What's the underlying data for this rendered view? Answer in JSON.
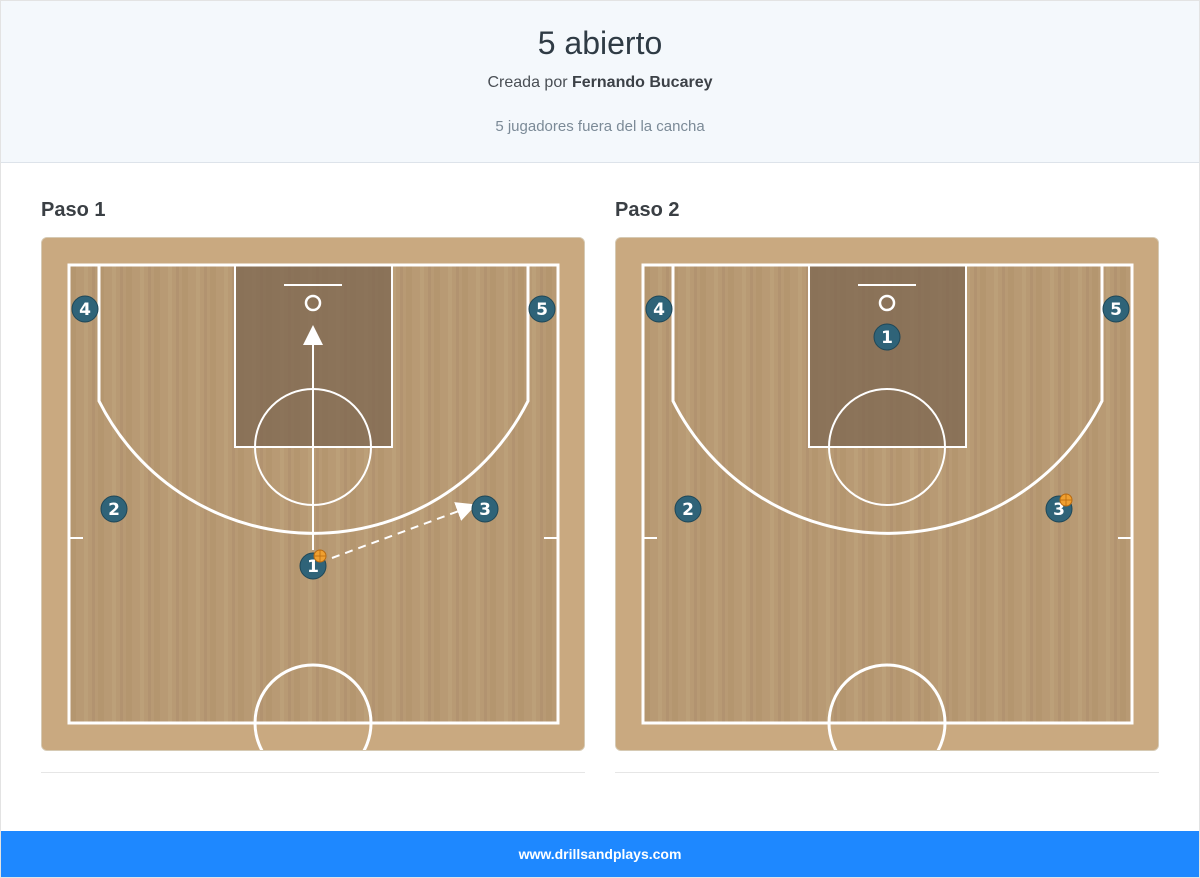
{
  "header": {
    "title": "5 abierto",
    "author_prefix": "Creada por",
    "author_name": "Fernando Bucarey",
    "description": "5 jugadores fuera del la cancha"
  },
  "steps": [
    {
      "title": "Paso 1",
      "players": [
        {
          "label": "4"
        },
        {
          "label": "5"
        },
        {
          "label": "2"
        },
        {
          "label": "3"
        },
        {
          "label": "1",
          "has_ball": true
        }
      ],
      "actions": [
        "cut 1 to basket",
        "pass 1 to 3"
      ]
    },
    {
      "title": "Paso 2",
      "players": [
        {
          "label": "4"
        },
        {
          "label": "5"
        },
        {
          "label": "1"
        },
        {
          "label": "2"
        },
        {
          "label": "3",
          "has_ball": true
        }
      ]
    }
  ],
  "footer": {
    "url": "www.drillsandplays.com"
  },
  "colors": {
    "header_bg": "#f4f8fc",
    "footer_bg": "#1e88ff",
    "player_fill": "#2f6378",
    "court_wood": "#b89a74",
    "paint": "#7c6650",
    "ball": "#f0a030"
  }
}
